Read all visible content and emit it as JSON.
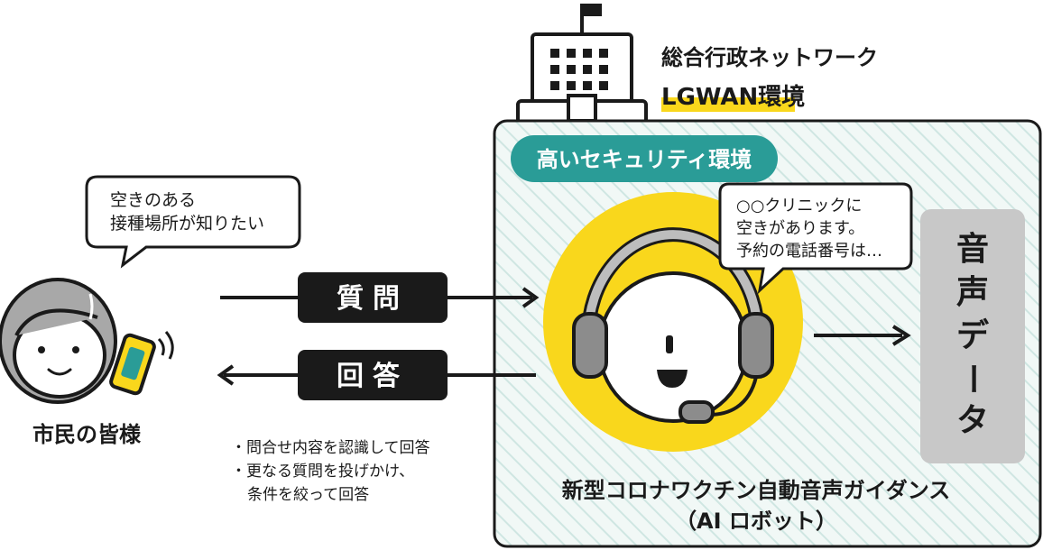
{
  "building": {
    "network_name": "総合行政ネットワーク",
    "network_env": "LGWAN環境"
  },
  "security": {
    "badge": "高いセキュリティ環境"
  },
  "citizen": {
    "bubble_line1": "空きのある",
    "bubble_line2": "接種場所が知りたい",
    "label": "市民の皆様"
  },
  "flow": {
    "question": "質問",
    "answer": "回答"
  },
  "notes": {
    "line1": "・問合せ内容を認識して回答",
    "line2": "・更なる質問を投げかけ、",
    "line3": "条件を絞って回答"
  },
  "robot": {
    "bubble_line1": "○○クリニックに",
    "bubble_line2": "空きがあります。",
    "bubble_line3": "予約の電話番号は…",
    "title_line1": "新型コロナワクチン自動音声ガイダンス",
    "title_line2": "（AI ロボット）"
  },
  "voice": {
    "chars": [
      "音",
      "声",
      "デ",
      "ー",
      "タ"
    ]
  },
  "colors": {
    "teal": "#2a9c97",
    "yellow": "#f9d71c",
    "panel_bg": "#eef6f4",
    "gray": "#c8c8c8",
    "dark": "#1a1a1a"
  }
}
